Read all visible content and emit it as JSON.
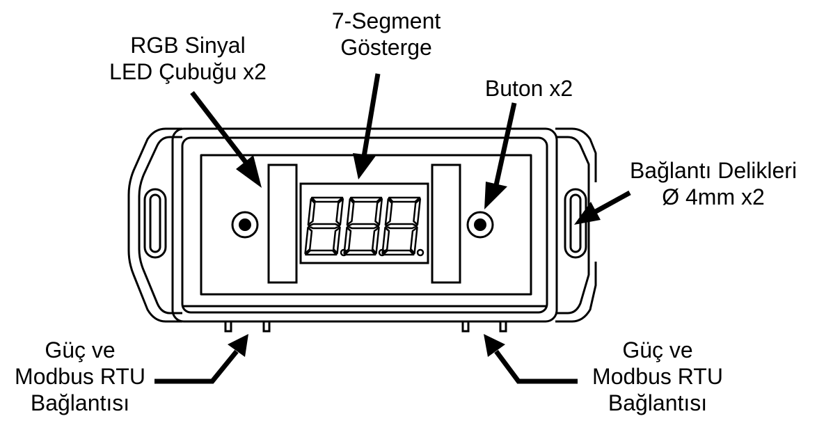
{
  "colors": {
    "line": "#000000",
    "background": "#ffffff"
  },
  "labels": {
    "rgb_led": {
      "line1": "RGB Sinyal",
      "line2": "LED Çubuğu x2"
    },
    "seven_segment": {
      "line1": "7-Segment",
      "line2": "Gösterge"
    },
    "button": {
      "line1": "Buton x2"
    },
    "mount_holes": {
      "line1": "Bağlantı Delikleri",
      "line2": "Ø 4mm x2"
    },
    "power_left": {
      "line1": "Güç ve",
      "line2": "Modbus RTU",
      "line3": "Bağlantısı"
    },
    "power_right": {
      "line1": "Güç ve",
      "line2": "Modbus RTU",
      "line3": "Bağlantısı"
    }
  },
  "display": {
    "digits": [
      "8",
      "8",
      "8"
    ]
  }
}
